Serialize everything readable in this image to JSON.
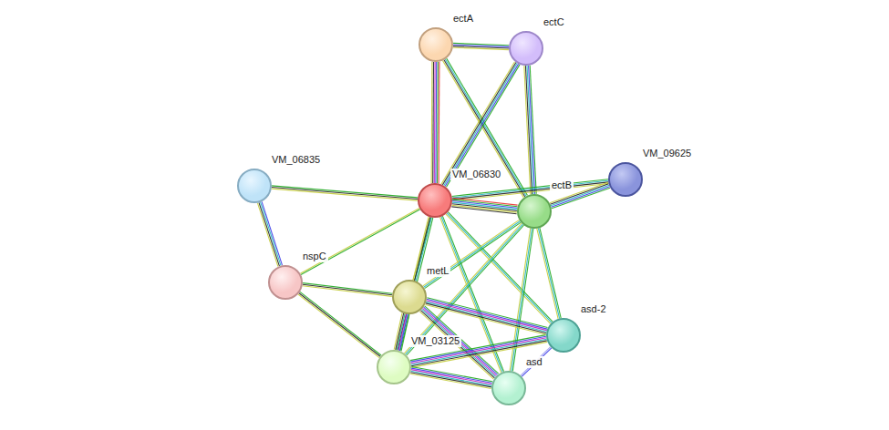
{
  "diagram": {
    "nodes": [
      {
        "text": [
          "ectA"
        ]
      },
      {
        "text": [
          "ectC"
        ]
      },
      {
        "text": [
          "VM_06835"
        ]
      },
      {
        "text": [
          "VM_06830"
        ]
      },
      {
        "text": [
          "VM_09625"
        ]
      },
      {
        "text": [
          "ectB"
        ]
      },
      {
        "text": [
          "nspC"
        ]
      },
      {
        "text": [
          "metL"
        ]
      },
      {
        "text": [
          "asd-2"
        ]
      },
      {
        "text": [
          "VM_03125"
        ]
      },
      {
        "text": [
          "asd"
        ]
      }
    ],
    "edges": [
      {
        "from": 0,
        "to": 1,
        "arrow": "none"
      },
      {
        "from": 0,
        "to": 3,
        "arrow": "none"
      },
      {
        "from": 0,
        "to": 5,
        "arrow": "none"
      },
      {
        "from": 1,
        "to": 3,
        "arrow": "none"
      },
      {
        "from": 1,
        "to": 5,
        "arrow": "none"
      },
      {
        "from": 2,
        "to": 3,
        "arrow": "none"
      },
      {
        "from": 2,
        "to": 6,
        "arrow": "none"
      },
      {
        "from": 3,
        "to": 4,
        "arrow": "none"
      },
      {
        "from": 3,
        "to": 5,
        "arrow": "none"
      },
      {
        "from": 3,
        "to": 6,
        "arrow": "none"
      },
      {
        "from": 3,
        "to": 7,
        "arrow": "none"
      },
      {
        "from": 3,
        "to": 9,
        "arrow": "none"
      },
      {
        "from": 3,
        "to": 8,
        "arrow": "none"
      },
      {
        "from": 3,
        "to": 10,
        "arrow": "none"
      },
      {
        "from": 4,
        "to": 5,
        "arrow": "none"
      },
      {
        "from": 5,
        "to": 7,
        "arrow": "none"
      },
      {
        "from": 5,
        "to": 9,
        "arrow": "none"
      },
      {
        "from": 5,
        "to": 8,
        "arrow": "none"
      },
      {
        "from": 5,
        "to": 10,
        "arrow": "none"
      },
      {
        "from": 6,
        "to": 7,
        "arrow": "none"
      },
      {
        "from": 6,
        "to": 9,
        "arrow": "none"
      },
      {
        "from": 7,
        "to": 8,
        "arrow": "none"
      },
      {
        "from": 7,
        "to": 10,
        "arrow": "none"
      },
      {
        "from": 7,
        "to": 9,
        "arrow": "none"
      },
      {
        "from": 9,
        "to": 8,
        "arrow": "none"
      },
      {
        "from": 9,
        "to": 10,
        "arrow": "none"
      },
      {
        "from": 10,
        "to": 8,
        "arrow": "none"
      }
    ]
  }
}
